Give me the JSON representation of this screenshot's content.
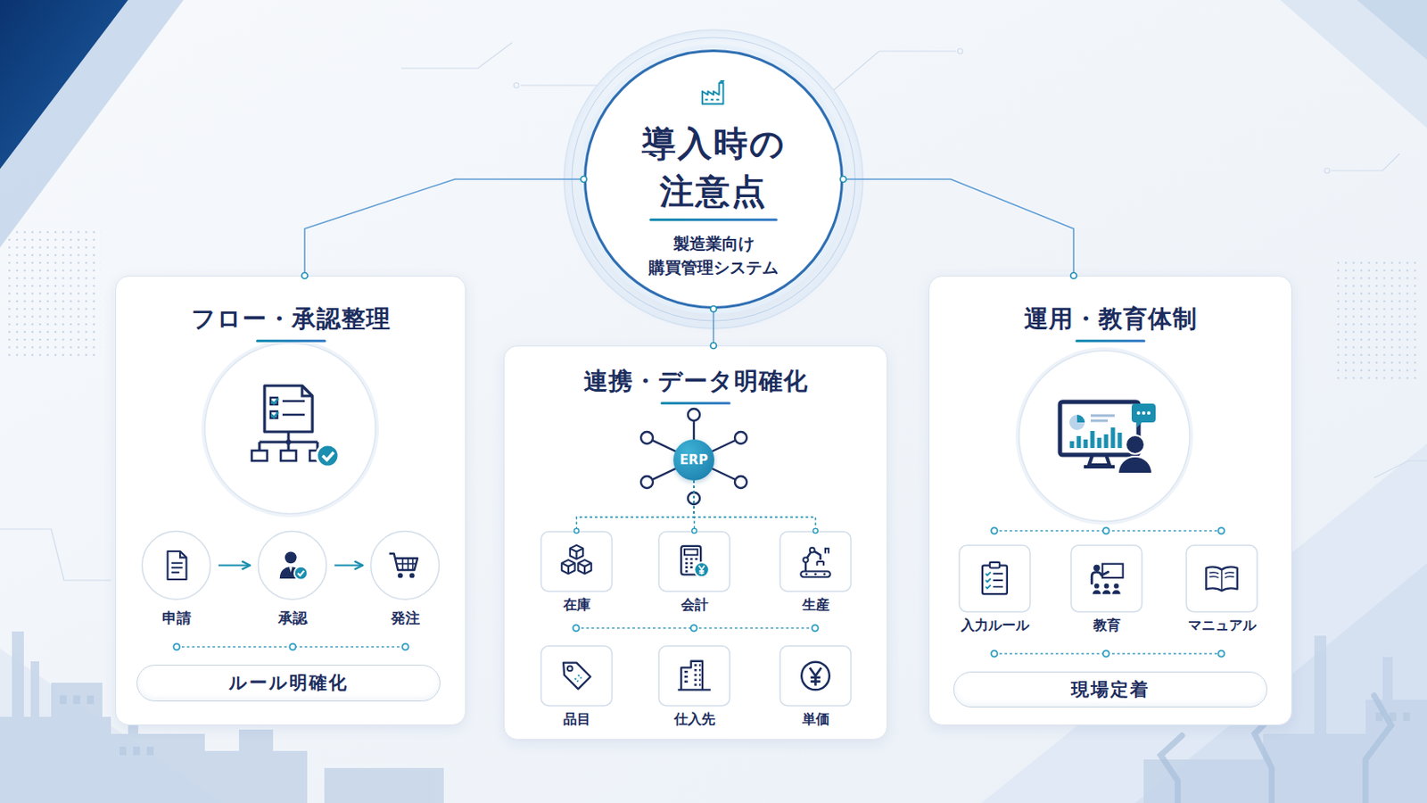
{
  "diagram": {
    "nodes": [
      {
        "text": [
          "導入時の 注意点",
          "製造業向け 購買管理システム"
        ]
      },
      {
        "text": [
          "フロー・承認整理"
        ]
      },
      {
        "text": [
          "申請"
        ],
        "in": 1
      },
      {
        "text": [
          "承認"
        ],
        "in": 1
      },
      {
        "text": [
          "発注"
        ],
        "in": 1
      },
      {
        "text": [
          "ルール明確化"
        ],
        "in": 1
      },
      {
        "text": [
          "連携・データ明確化"
        ]
      },
      {
        "text": [
          "ERP"
        ],
        "in": 6
      },
      {
        "text": [
          "在庫"
        ],
        "in": 6
      },
      {
        "text": [
          "会計"
        ],
        "in": 6
      },
      {
        "text": [
          "生産"
        ],
        "in": 6
      },
      {
        "text": [
          "品目"
        ],
        "in": 6
      },
      {
        "text": [
          "仕入先"
        ],
        "in": 6
      },
      {
        "text": [
          "単価"
        ],
        "in": 6
      },
      {
        "text": [
          "運用・教育体制"
        ]
      },
      {
        "text": [
          "入力ルール"
        ],
        "in": 14
      },
      {
        "text": [
          "教育"
        ],
        "in": 14
      },
      {
        "text": [
          "マニュアル"
        ],
        "in": 14
      },
      {
        "text": [
          "現場定着"
        ],
        "in": 14
      }
    ],
    "edges": [
      {
        "from": 0,
        "to": 1,
        "arrow": "none"
      },
      {
        "from": 0,
        "to": 6,
        "arrow": "none"
      },
      {
        "from": 0,
        "to": 14,
        "arrow": "none"
      },
      {
        "from": 2,
        "to": 3,
        "arrow": "to"
      },
      {
        "from": 3,
        "to": 4,
        "arrow": "to"
      },
      {
        "from": 7,
        "to": 8,
        "arrow": "none"
      },
      {
        "from": 7,
        "to": 9,
        "arrow": "none"
      },
      {
        "from": 7,
        "to": 10,
        "arrow": "none"
      }
    ]
  }
}
